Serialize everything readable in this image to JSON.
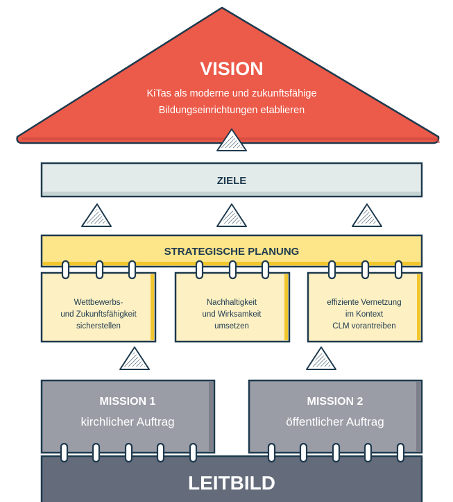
{
  "vision": {
    "title": "VISION",
    "text_line1": "KiTas als moderne und zukunftsfähige",
    "text_line2": "Bildungseinrichtungen etablieren"
  },
  "ziele": {
    "title": "ZIELE"
  },
  "strategie": {
    "title": "STRATEGISCHE PLANUNG",
    "cards": [
      {
        "lines": [
          "Wettbewerbs-",
          "und Zukunftsfähigkeit",
          "sicherstellen"
        ]
      },
      {
        "lines": [
          "Nachhaltigkeit",
          "und Wirksamkeit",
          "umsetzen"
        ]
      },
      {
        "lines": [
          "effiziente Vernetzung",
          "im Kontext",
          "CLM vorantreiben"
        ]
      }
    ]
  },
  "missions": [
    {
      "title": "MISSION 1",
      "subtitle": "kirchlicher Auftrag"
    },
    {
      "title": "MISSION 2",
      "subtitle": "öffentlicher Auftrag"
    }
  ],
  "leitbild": {
    "title": "LEITBILD"
  },
  "colors": {
    "vision": "#ec5a49",
    "ziele": "#e2ebe9",
    "strategie": "#fde58a",
    "card": "#fdf0c3",
    "card_accent": "#f2c62d",
    "mission": "#9a9ca6",
    "leitbild": "#646b7a",
    "outline": "#1e3a4e",
    "text_dark": "#1e3a4e"
  }
}
